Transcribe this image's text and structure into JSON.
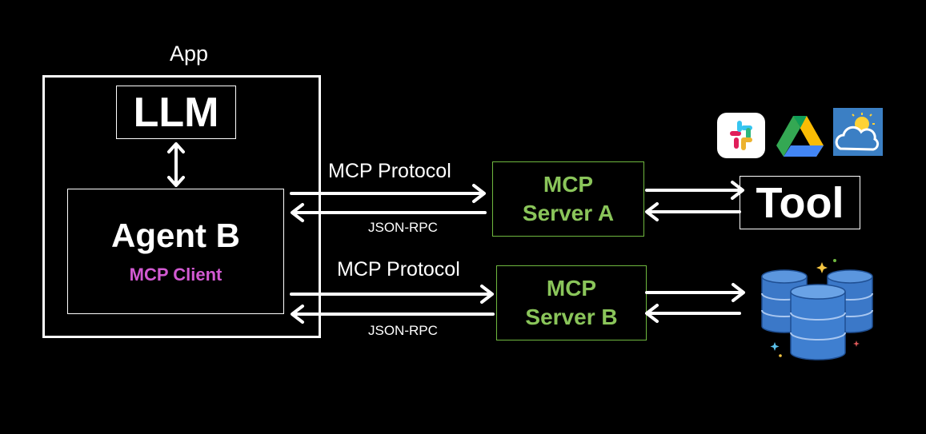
{
  "app": {
    "label": "App"
  },
  "llm": {
    "label": "LLM"
  },
  "agent": {
    "title": "Agent B",
    "subtitle": "MCP Client"
  },
  "connections": [
    {
      "protocol": "MCP Protocol",
      "response": "JSON-RPC"
    },
    {
      "protocol": "MCP Protocol",
      "response": "JSON-RPC"
    }
  ],
  "servers": [
    {
      "line1": "MCP",
      "line2": "Server A"
    },
    {
      "line1": "MCP",
      "line2": "Server B"
    }
  ],
  "tool": {
    "label": "Tool"
  },
  "icons": [
    "slack-icon",
    "google-drive-icon",
    "weather-icon",
    "database-icon"
  ],
  "colors": {
    "background": "#000000",
    "agent_subtitle": "#d25ad2",
    "server_text": "#8ac55a",
    "server_border": "#6fb83f",
    "database": "#3b78c8"
  }
}
